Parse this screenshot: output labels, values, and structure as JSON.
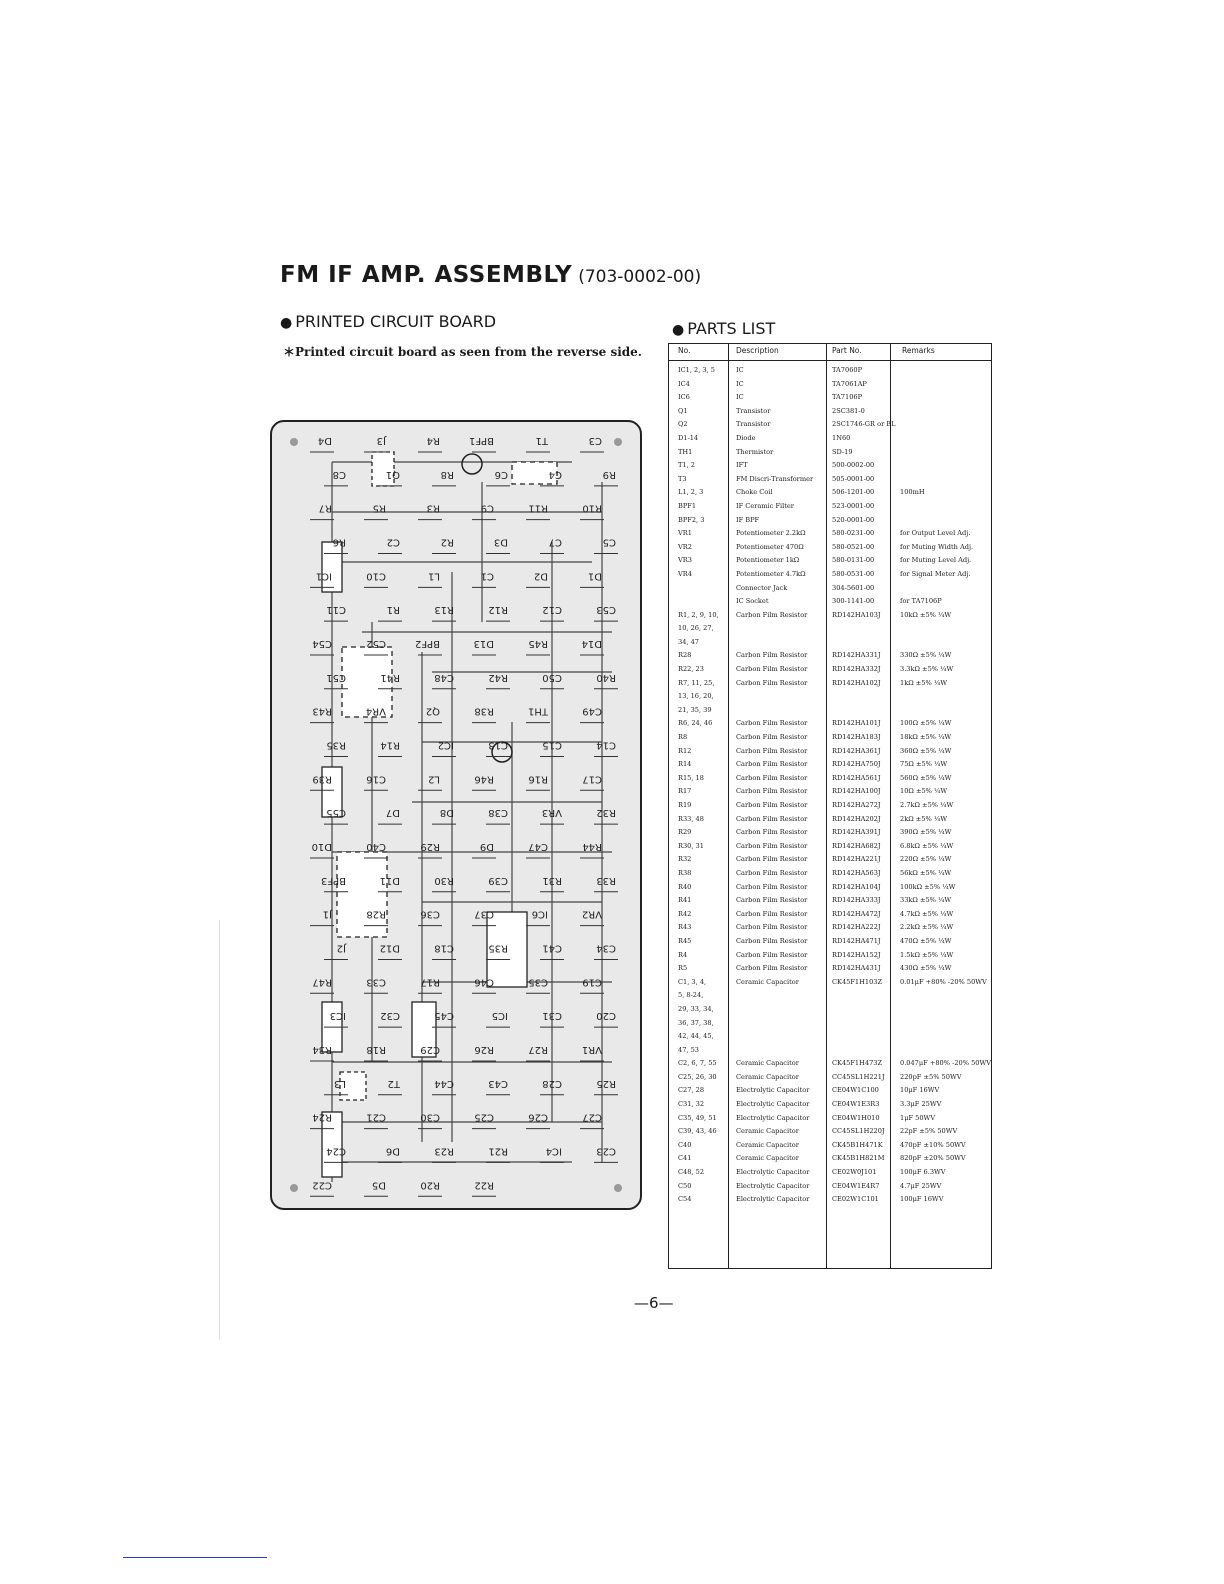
{
  "header": {
    "title": "FM IF AMP. ASSEMBLY",
    "code": "(703-0002-00)"
  },
  "pcb_section": {
    "bullet": "●",
    "heading": "PRINTED CIRCUIT BOARD",
    "note": "＊Printed circuit board as seen from the reverse side."
  },
  "parts_section": {
    "bullet": "●",
    "heading": "PARTS LIST"
  },
  "pcb_labels": [
    "D4",
    "J3",
    "R4",
    "BPF1",
    "T1",
    "C3",
    "C8",
    "Q1",
    "R8",
    "C6",
    "C4",
    "R9",
    "R7",
    "R5",
    "R3",
    "C9",
    "R11",
    "R10",
    "R6",
    "C2",
    "R2",
    "D3",
    "C7",
    "C5",
    "IC1",
    "C10",
    "L1",
    "C1",
    "D2",
    "D1",
    "C11",
    "R1",
    "R13",
    "R12",
    "C12",
    "C53",
    "C54",
    "C52",
    "BPF2",
    "D13",
    "R45",
    "D14",
    "C51",
    "R41",
    "C48",
    "R42",
    "C50",
    "R40",
    "R43",
    "VR4",
    "Q2",
    "R38",
    "TH1",
    "C49",
    "R35",
    "R14",
    "IC2",
    "C13",
    "C15",
    "C14",
    "R39",
    "C16",
    "L2",
    "R46",
    "R16",
    "C17",
    "C55",
    "D7",
    "D8",
    "C38",
    "VR3",
    "R32",
    "D10",
    "C40",
    "R29",
    "D9",
    "C47",
    "R44",
    "BPF3",
    "D11",
    "R30",
    "C39",
    "R31",
    "R33",
    "J1",
    "R28",
    "C36",
    "C37",
    "IC6",
    "VR2",
    "J2",
    "D12",
    "C18",
    "R35",
    "C41",
    "C34",
    "R47",
    "C33",
    "R17",
    "C46",
    "C35",
    "C19",
    "IC3",
    "C32",
    "C45",
    "IC5",
    "C31",
    "C20",
    "R34",
    "R18",
    "C29",
    "R26",
    "R27",
    "VR1",
    "L3",
    "T2",
    "C44",
    "C43",
    "C28",
    "R25",
    "R24",
    "C21",
    "C30",
    "C25",
    "C26",
    "C27",
    "C24",
    "D6",
    "R23",
    "R21",
    "IC4",
    "C23",
    "C22",
    "D5",
    "R20",
    "R22"
  ],
  "parts_list": {
    "headers": [
      "No.",
      "Description",
      "Part No.",
      "Remarks"
    ],
    "rows": [
      {
        "no": "IC1, 2, 3, 5",
        "desc": "IC",
        "part": "TA7060P",
        "rem": ""
      },
      {
        "no": "IC4",
        "desc": "IC",
        "part": "TA7061AP",
        "rem": ""
      },
      {
        "no": "IC6",
        "desc": "IC",
        "part": "TA7106P",
        "rem": ""
      },
      {
        "no": "Q1",
        "desc": "Transistor",
        "part": "2SC381-0",
        "rem": ""
      },
      {
        "no": "Q2",
        "desc": "Transistor",
        "part": "2SC1746-GR or BL",
        "rem": ""
      },
      {
        "no": "D1-14",
        "desc": "Diode",
        "part": "1N60",
        "rem": ""
      },
      {
        "no": "TH1",
        "desc": "Thermistor",
        "part": "SD-19",
        "rem": ""
      },
      {
        "no": "T1, 2",
        "desc": "IFT",
        "part": "500-0002-00",
        "rem": ""
      },
      {
        "no": "T3",
        "desc": "FM Discri-Transformer",
        "part": "505-0001-00",
        "rem": ""
      },
      {
        "no": "L1, 2, 3",
        "desc": "Choke Coil",
        "part": "506-1201-00",
        "rem": "100mH"
      },
      {
        "no": "BPF1",
        "desc": "IF Ceramic Filter",
        "part": "523-0001-00",
        "rem": ""
      },
      {
        "no": "BPF2, 3",
        "desc": "IF BPF",
        "part": "520-0001-00",
        "rem": ""
      },
      {
        "no": "VR1",
        "desc": "Potentiometer 2.2kΩ",
        "part": "580-0231-00",
        "rem": "for Output Level Adj."
      },
      {
        "no": "VR2",
        "desc": "Potentiometer 470Ω",
        "part": "580-0521-00",
        "rem": "for Muting Width Adj."
      },
      {
        "no": "VR3",
        "desc": "Potentiometer 1kΩ",
        "part": "580-0131-00",
        "rem": "for Muting Level Adj."
      },
      {
        "no": "VR4",
        "desc": "Potentiometer 4.7kΩ",
        "part": "580-0531-00",
        "rem": "for Signal Meter Adj."
      },
      {
        "no": "",
        "desc": "Connector Jack",
        "part": "304-5601-00",
        "rem": ""
      },
      {
        "no": "",
        "desc": "IC Socket",
        "part": "300-1141-00",
        "rem": "for TA7106P"
      },
      {
        "no": "R1, 2, 9, 10,",
        "desc": "Carbon Film Resistor",
        "part": "RD142HA103J",
        "rem": "10kΩ ±5% ¼W"
      },
      {
        "no": "10, 26, 27,",
        "desc": "",
        "part": "",
        "rem": ""
      },
      {
        "no": "34, 47",
        "desc": "",
        "part": "",
        "rem": ""
      },
      {
        "no": "R28",
        "desc": "Carbon Film Resistor",
        "part": "RD142HA331J",
        "rem": "330Ω ±5% ¼W"
      },
      {
        "no": "R22, 23",
        "desc": "Carbon Film Resistor",
        "part": "RD142HA332J",
        "rem": "3.3kΩ ±5% ¼W"
      },
      {
        "no": "R7, 11, 25,",
        "desc": "Carbon Film Resistor",
        "part": "RD142HA102J",
        "rem": "1kΩ ±5% ¼W"
      },
      {
        "no": "13, 16, 20,",
        "desc": "",
        "part": "",
        "rem": ""
      },
      {
        "no": "21, 35, 39",
        "desc": "",
        "part": "",
        "rem": ""
      },
      {
        "no": "R6, 24, 46",
        "desc": "Carbon Film Resistor",
        "part": "RD142HA101J",
        "rem": "100Ω ±5% ¼W"
      },
      {
        "no": "R8",
        "desc": "Carbon Film Resistor",
        "part": "RD142HA183J",
        "rem": "18kΩ ±5% ¼W"
      },
      {
        "no": "R12",
        "desc": "Carbon Film Resistor",
        "part": "RD142HA361J",
        "rem": "360Ω ±5% ¼W"
      },
      {
        "no": "R14",
        "desc": "Carbon Film Resistor",
        "part": "RD142HA750J",
        "rem": "75Ω ±5% ¼W"
      },
      {
        "no": "R15, 18",
        "desc": "Carbon Film Resistor",
        "part": "RD142HA561J",
        "rem": "560Ω ±5% ¼W"
      },
      {
        "no": "R17",
        "desc": "Carbon Film Resistor",
        "part": "RD142HA100J",
        "rem": "10Ω ±5% ¼W"
      },
      {
        "no": "R19",
        "desc": "Carbon Film Resistor",
        "part": "RD142HA272J",
        "rem": "2.7kΩ ±5% ¼W"
      },
      {
        "no": "R33, 48",
        "desc": "Carbon Film Resistor",
        "part": "RD142HA202J",
        "rem": "2kΩ ±5% ¼W"
      },
      {
        "no": "R29",
        "desc": "Carbon Film Resistor",
        "part": "RD142HA391J",
        "rem": "390Ω ±5% ¼W"
      },
      {
        "no": "R30, 31",
        "desc": "Carbon Film Resistor",
        "part": "RD142HA682J",
        "rem": "6.8kΩ ±5% ¼W"
      },
      {
        "no": "R32",
        "desc": "Carbon Film Resistor",
        "part": "RD142HA221J",
        "rem": "220Ω ±5% ¼W"
      },
      {
        "no": "R38",
        "desc": "Carbon Film Resistor",
        "part": "RD142HA563J",
        "rem": "56kΩ ±5% ¼W"
      },
      {
        "no": "R40",
        "desc": "Carbon Film Resistor",
        "part": "RD142HA104J",
        "rem": "100kΩ ±5% ¼W"
      },
      {
        "no": "R41",
        "desc": "Carbon Film Resistor",
        "part": "RD142HA333J",
        "rem": "33kΩ ±5% ¼W"
      },
      {
        "no": "R42",
        "desc": "Carbon Film Resistor",
        "part": "RD142HA472J",
        "rem": "4.7kΩ ±5% ¼W"
      },
      {
        "no": "R43",
        "desc": "Carbon Film Resistor",
        "part": "RD142HA222J",
        "rem": "2.2kΩ ±5% ¼W"
      },
      {
        "no": "R45",
        "desc": "Carbon Film Resistor",
        "part": "RD142HA471J",
        "rem": "470Ω ±5% ¼W"
      },
      {
        "no": "R4",
        "desc": "Carbon Film Resistor",
        "part": "RD142HA152J",
        "rem": "1.5kΩ ±5% ¼W"
      },
      {
        "no": "R5",
        "desc": "Carbon Film Resistor",
        "part": "RD142HA431J",
        "rem": "430Ω ±5% ¼W"
      },
      {
        "no": "C1, 3, 4,",
        "desc": "Ceramic Capacitor",
        "part": "CK45F1H103Z",
        "rem": "0.01μF +80% -20% 50WV"
      },
      {
        "no": "5, 8-24,",
        "desc": "",
        "part": "",
        "rem": ""
      },
      {
        "no": "29, 33, 34,",
        "desc": "",
        "part": "",
        "rem": ""
      },
      {
        "no": "36, 37, 38,",
        "desc": "",
        "part": "",
        "rem": ""
      },
      {
        "no": "42, 44, 45,",
        "desc": "",
        "part": "",
        "rem": ""
      },
      {
        "no": "47, 53",
        "desc": "",
        "part": "",
        "rem": ""
      },
      {
        "no": "C2, 6, 7, 55",
        "desc": "Ceramic Capacitor",
        "part": "CK45F1H473Z",
        "rem": "0.047μF +80% -20% 50WV"
      },
      {
        "no": "C25, 26, 30",
        "desc": "Ceramic Capacitor",
        "part": "CC45SL1H221J",
        "rem": "220pF ±5% 50WV"
      },
      {
        "no": "C27, 28",
        "desc": "Electrolytic Capacitor",
        "part": "CE04W1C100",
        "rem": "10μF 16WV"
      },
      {
        "no": "C31, 32",
        "desc": "Electrolytic Capacitor",
        "part": "CE04W1E3R3",
        "rem": "3.3μF 25WV"
      },
      {
        "no": "C35, 49, 51",
        "desc": "Electrolytic Capacitor",
        "part": "CE04W1H010",
        "rem": "1μF 50WV"
      },
      {
        "no": "C39, 43, 46",
        "desc": "Ceramic Capacitor",
        "part": "CC45SL1H220J",
        "rem": "22pF ±5% 50WV"
      },
      {
        "no": "C40",
        "desc": "Ceramic Capacitor",
        "part": "CK45B1H471K",
        "rem": "470pF ±10% 50WV"
      },
      {
        "no": "C41",
        "desc": "Ceramic Capacitor",
        "part": "CK45B1H821M",
        "rem": "820pF ±20% 50WV"
      },
      {
        "no": "C48, 52",
        "desc": "Electrolytic Capacitor",
        "part": "CE02W0J101",
        "rem": "100μF 6.3WV"
      },
      {
        "no": "C50",
        "desc": "Electrolytic Capacitor",
        "part": "CE04W1E4R7",
        "rem": "4.7μF 25WV"
      },
      {
        "no": "C54",
        "desc": "Electrolytic Capacitor",
        "part": "CE02W1C101",
        "rem": "100μF 16WV"
      }
    ]
  },
  "footer": {
    "page_number": "—6—"
  }
}
